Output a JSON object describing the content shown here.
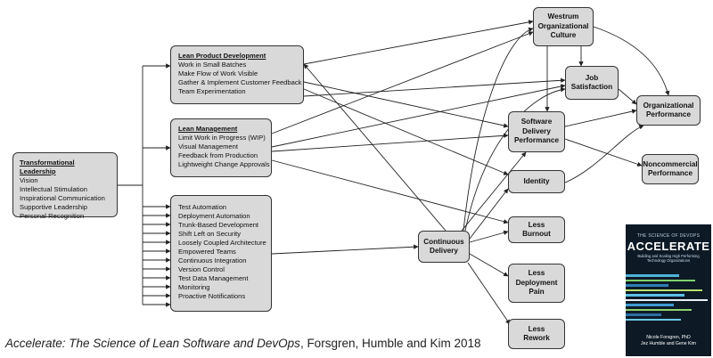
{
  "lean_product": {
    "title": "Lean Product Development",
    "items": [
      "Work in Small Batches",
      "Make Flow of Work Visible",
      "Gather & Implement Customer Feedback",
      "Team Experimentation"
    ]
  },
  "lean_management": {
    "title": "Lean Management",
    "items": [
      "Limit Work in Progress (WIP)",
      "Visual Management",
      "Feedback from Production",
      "Lightweight Change Approvals"
    ]
  },
  "transformational": {
    "title": "Transformational Leadership",
    "items": [
      "Vision",
      "Intellectual Stimulation",
      "Inspirational Communication",
      "Supportive Leadership",
      "Personal Recognition"
    ]
  },
  "technical": {
    "items": [
      "Test Automation",
      "Deployment Automation",
      "Trunk-Based Development",
      "Shift Left on Security",
      "Loosely Coupled Architecture",
      "Empowered Teams",
      "Continuous Integration",
      "Version Control",
      "Test Data Management",
      "Monitoring",
      "Proactive Notifications"
    ]
  },
  "outcomes": {
    "continuous_delivery": "Continuous\nDelivery",
    "westrum": "Westrum\nOrganizational\nCulture",
    "job_satisfaction": "Job\nSatisfaction",
    "software_delivery": "Software\nDelivery\nPerformance",
    "organizational": "Organizational\nPerformance",
    "noncommercial": "Noncommercial\nPerformance",
    "identity": "Identity",
    "less_burnout": "Less\nBurnout",
    "less_deployment_pain": "Less\nDeployment\nPain",
    "less_rework": "Less\nRework"
  },
  "caption": {
    "italic": "Accelerate: The Science of Lean Software and DevOps",
    "rest": ", Forsgren, Humble and Kim 2018"
  },
  "book": {
    "kicker": "THE SCIENCE OF DEVOPS",
    "title": "ACCELERATE",
    "subtitle": "Building and Scaling High Performing Technology Organizations",
    "author1": "Nicole Forsgren, PhD",
    "author2": "Jez Humble and Gene Kim"
  }
}
